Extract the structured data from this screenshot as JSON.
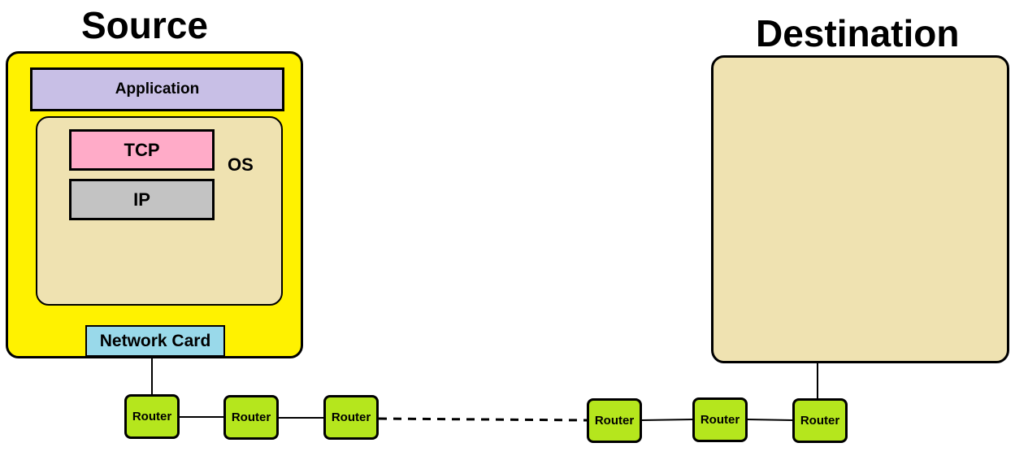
{
  "source": {
    "title": "Source",
    "application_label": "Application",
    "os_label": "OS",
    "tcp_label": "TCP",
    "ip_label": "IP",
    "network_card_label": "Network Card"
  },
  "destination": {
    "title": "Destination"
  },
  "routers": [
    {
      "label": "Router"
    },
    {
      "label": "Router"
    },
    {
      "label": "Router"
    },
    {
      "label": "Router"
    },
    {
      "label": "Router"
    },
    {
      "label": "Router"
    }
  ],
  "colors": {
    "source_fill": "#fff200",
    "host_fill": "#efe2b1",
    "application_fill": "#c8bfe6",
    "tcp_fill": "#ffabc8",
    "ip_fill": "#c3c3c3",
    "network_card_fill": "#99d9ea",
    "router_fill": "#b5e61d"
  }
}
